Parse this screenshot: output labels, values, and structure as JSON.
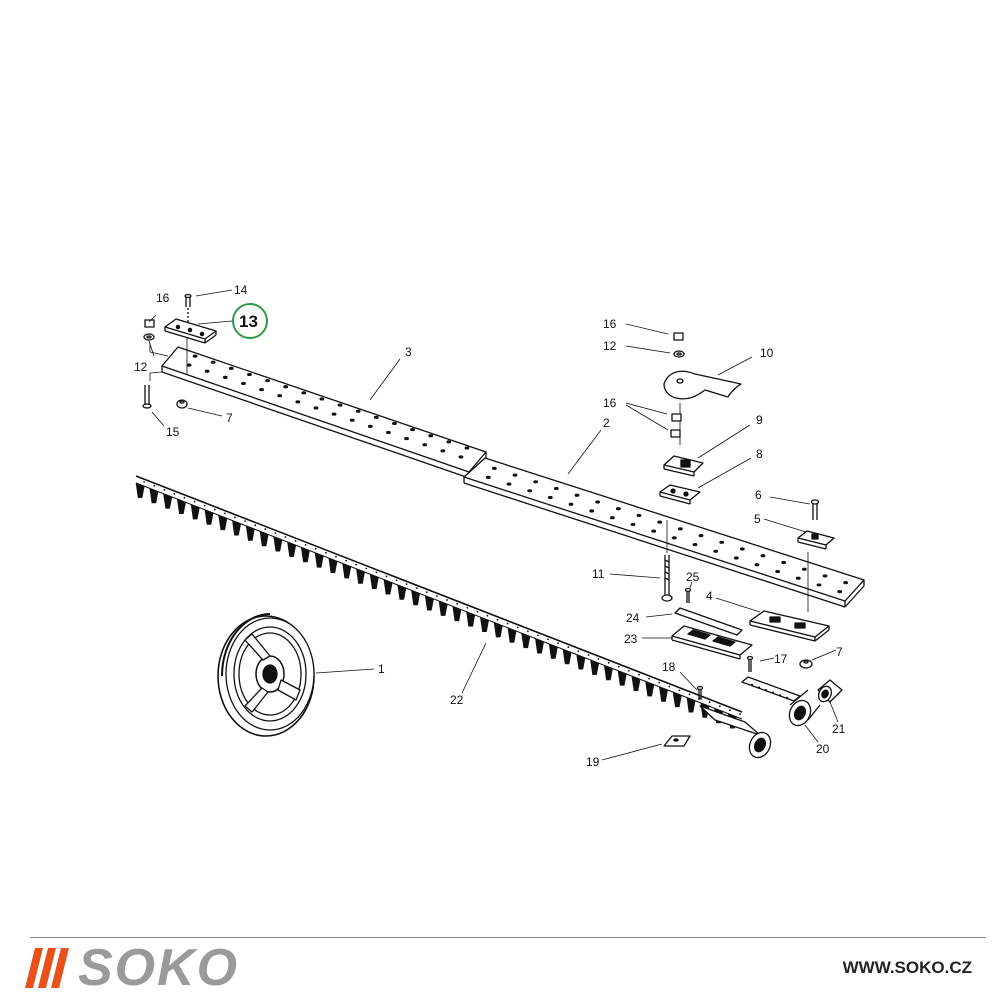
{
  "diagram": {
    "labels": {
      "n1": "1",
      "n2": "2",
      "n3": "3",
      "n4": "4",
      "n5": "5",
      "n6": "6",
      "n7a": "7",
      "n7b": "7",
      "n8": "8",
      "n9": "9",
      "n10": "10",
      "n11": "11",
      "n12a": "12",
      "n12b": "12",
      "n13": "13",
      "n14": "14",
      "n15": "15",
      "n16a": "16",
      "n16b": "16",
      "n16c": "16",
      "n17": "17",
      "n18": "18",
      "n19": "19",
      "n20": "20",
      "n21": "21",
      "n22": "22",
      "n23": "23",
      "n24": "24",
      "n25": "25"
    },
    "highlight_color": "#2e9a4a",
    "line_color": "#111111"
  },
  "footer": {
    "brand": "SOKO",
    "url": "WWW.SOKO.CZ",
    "brand_accent_color": "#e8501c",
    "brand_text_color": "#9a9a9a"
  }
}
